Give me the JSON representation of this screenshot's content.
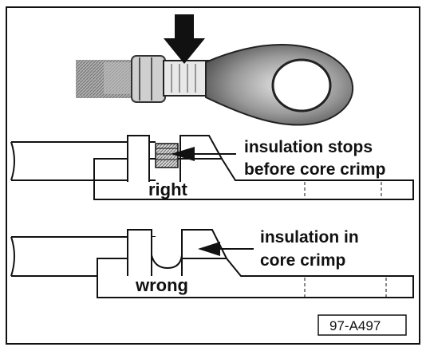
{
  "figure_id": "97-A497",
  "right_example": {
    "caption": "right",
    "note_line1": "insulation stops",
    "note_line2": "before core crimp"
  },
  "wrong_example": {
    "caption": "wrong",
    "note_line1": "insulation in",
    "note_line2": "core crimp"
  }
}
